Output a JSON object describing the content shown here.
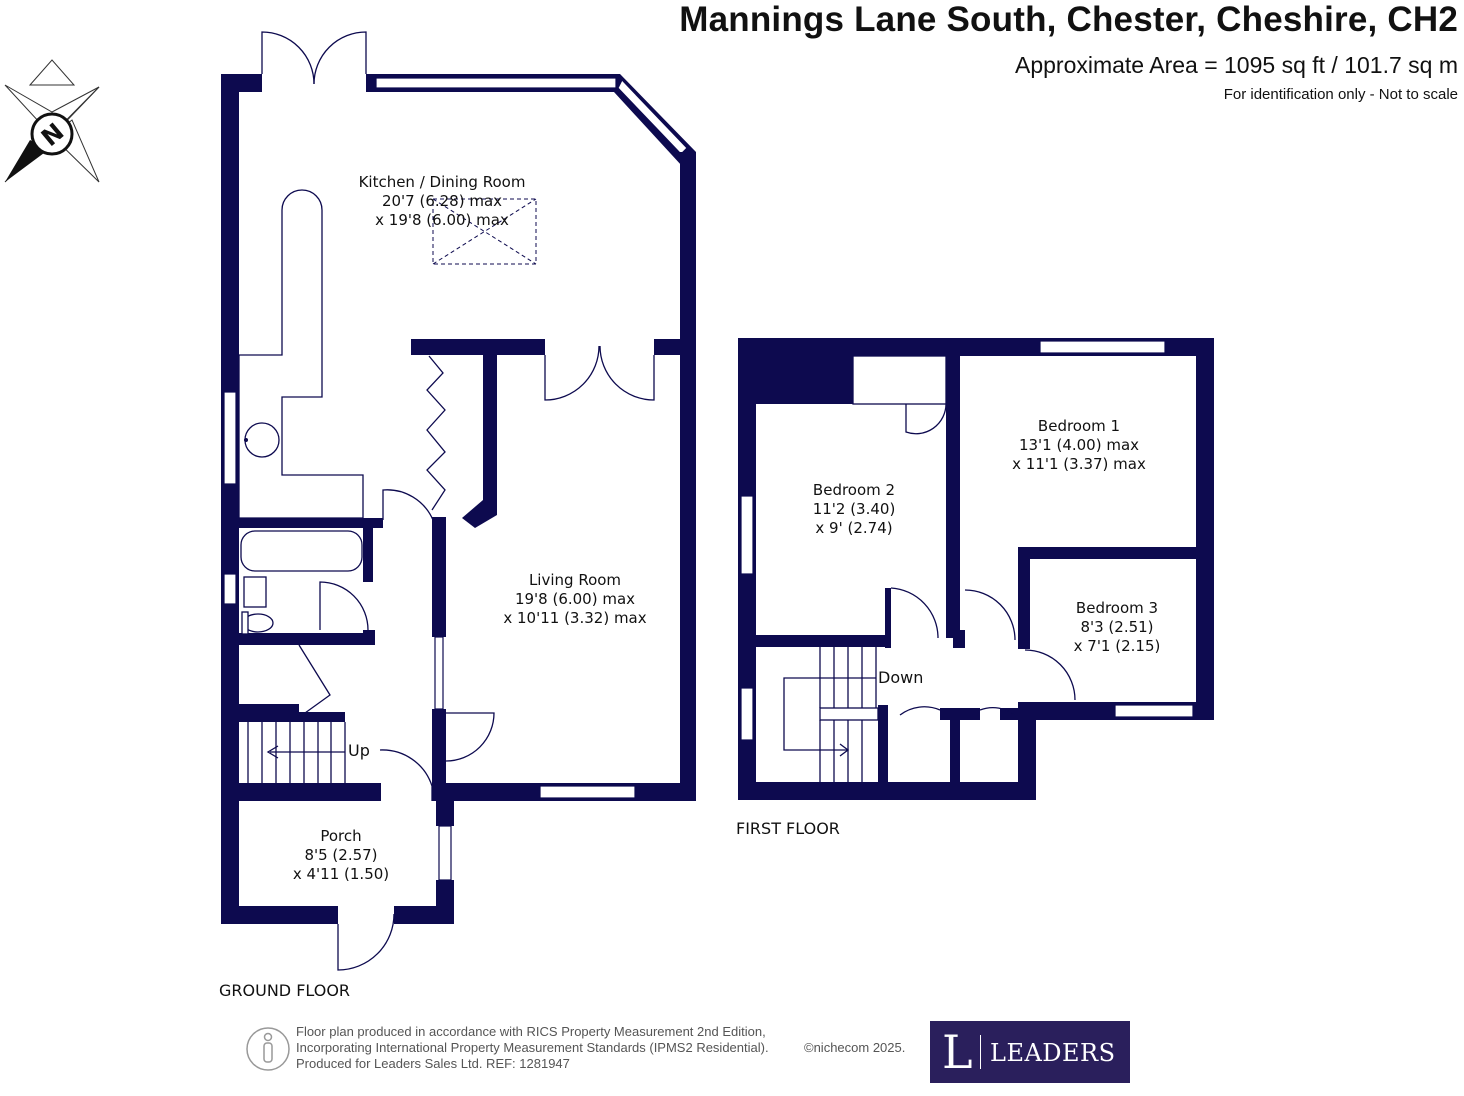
{
  "header": {
    "title": "Mannings Lane South, Chester, Cheshire, CH2",
    "area": "Approximate Area = 1095 sq ft / 101.7 sq m",
    "note": "For identification only - Not to scale"
  },
  "compass": {
    "icon": "north-arrow-icon",
    "letter": "N"
  },
  "ground_floor": {
    "label": "GROUND FLOOR",
    "rooms": [
      {
        "name": "Kitchen / Dining Room",
        "dim1": "20'7 (6.28) max",
        "dim2": "x 19'8 (6.00) max"
      },
      {
        "name": "Living Room",
        "dim1": "19'8 (6.00) max",
        "dim2": "x 10'11 (3.32) max"
      },
      {
        "name": "Porch",
        "dim1": "8'5 (2.57)",
        "dim2": "x 4'11 (1.50)"
      }
    ],
    "stairs_label": "Up"
  },
  "first_floor": {
    "label": "FIRST FLOOR",
    "rooms": [
      {
        "name": "Bedroom 1",
        "dim1": "13'1 (4.00) max",
        "dim2": "x 11'1 (3.37) max"
      },
      {
        "name": "Bedroom 2",
        "dim1": "11'2 (3.40)",
        "dim2": "x 9' (2.74)"
      },
      {
        "name": "Bedroom 3",
        "dim1": "8'3 (2.51)",
        "dim2": "x 7'1 (2.15)"
      }
    ],
    "stairs_label": "Down"
  },
  "footer": {
    "line1": "Floor plan produced in accordance with RICS Property Measurement 2nd Edition,",
    "line2": "Incorporating International Property Measurement Standards (IPMS2 Residential).",
    "line3": "Produced for Leaders Sales Ltd.   REF:  1281947",
    "copyright": "©nichecom 2025.",
    "person_icon": "person-icon"
  },
  "brand": {
    "logo_letter": "L",
    "name": "LEADERS",
    "color": "#2a1f5c"
  },
  "colors": {
    "wall": "#0d0a4f"
  }
}
